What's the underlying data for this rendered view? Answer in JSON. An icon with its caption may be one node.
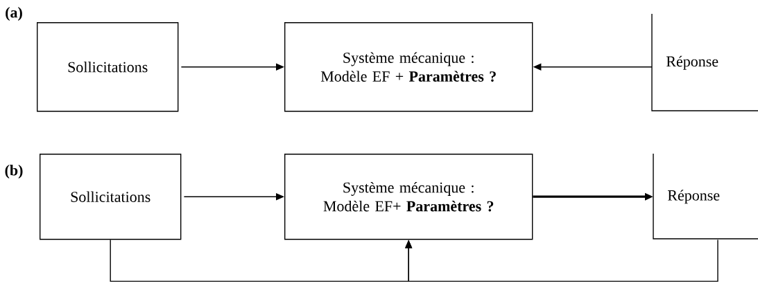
{
  "diagram": {
    "nodes": [
      {
        "text": [
          "Sollicitations"
        ]
      },
      {
        "text": [
          "Système mécanique : Modèle EF + **Paramètres ?**"
        ]
      },
      {
        "text": [
          "Réponse"
        ]
      },
      {
        "text": [
          "Sollicitations"
        ]
      },
      {
        "text": [
          "Système mécanique : Modèle EF+ **Paramètres ?**"
        ]
      },
      {
        "text": [
          "Réponse"
        ]
      }
    ],
    "edges": [
      {
        "from": 0,
        "to": 1,
        "arrow": "to"
      },
      {
        "from": 2,
        "to": 1,
        "arrow": "to"
      },
      {
        "from": 3,
        "to": 4,
        "arrow": "to"
      },
      {
        "from": 4,
        "to": 5,
        "arrow": "to",
        "style": "thick"
      },
      {
        "from": 3,
        "to": 4,
        "arrow": "to"
      },
      {
        "from": 5,
        "to": 4,
        "arrow": "to"
      }
    ],
    "labels": [
      "(a)",
      "(b)"
    ]
  }
}
